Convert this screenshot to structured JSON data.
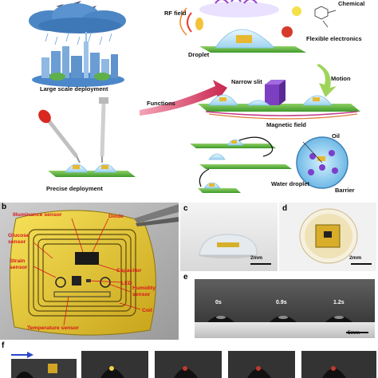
{
  "figure_a": {
    "rf_field": "RF field",
    "chemical": "Chemical",
    "droplet": "Droplet",
    "flexible_electronics": "Flexible electronics",
    "large_scale_deployment": "Large scale deployment",
    "functions": "Functions",
    "narrow_slit": "Narrow slit",
    "motion": "Motion",
    "magnetic_field": "Magnetic field",
    "oil": "Oil",
    "precise_deployment": "Precise deployment",
    "water_droplet": "Water droplet",
    "barrier": "Barrier"
  },
  "figure_b": {
    "letter": "b",
    "illuminance_sensor": "Illuminance sensor",
    "diode": "Diode",
    "glucose_sensor": "Glucose\nsensor",
    "capacitor": "Capacitor",
    "strain_sensor": "Strain\nsensor",
    "led": "LED",
    "humidity_sensor": "Humidity\nsensor",
    "coil": "Coil",
    "temperature_sensor": "Temperature sensor"
  },
  "figure_c": {
    "letter": "c",
    "scale": "2mm"
  },
  "figure_d": {
    "letter": "d",
    "scale": "2mm"
  },
  "figure_e": {
    "letter": "e",
    "t0": "0s",
    "t1": "0.9s",
    "t2": "1.2s",
    "scale": "5mm"
  },
  "figure_f": {
    "letter": "f"
  },
  "colors": {
    "label_red": "#d8141b",
    "green_plate": "#5bb53a",
    "arrow_pink": "#d23a6a"
  }
}
